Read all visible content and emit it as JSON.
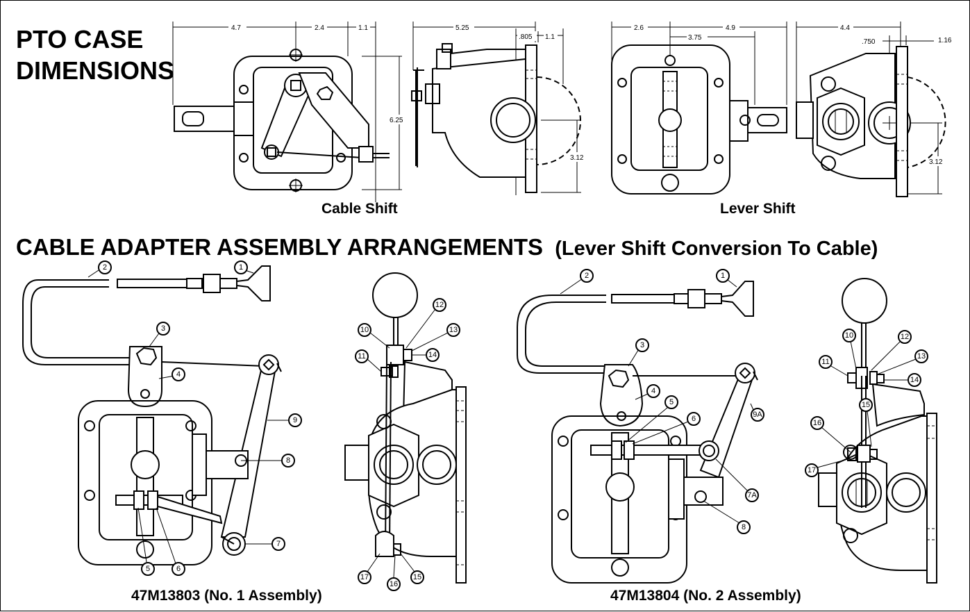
{
  "titles": {
    "pto_case_line1": "PTO CASE",
    "pto_case_line2": "DIMENSIONS",
    "cable_adapter": "CABLE ADAPTER ASSEMBLY ARRANGEMENTS",
    "cable_adapter_paren": "(Lever Shift Conversion To Cable)"
  },
  "subtitles": {
    "cable_shift": "Cable Shift",
    "lever_shift": "Lever Shift",
    "assembly_1": "47M13803 (No. 1 Assembly)",
    "assembly_2": "47M13804 (No. 2 Assembly)"
  },
  "dimensions": {
    "cable_front_width": "4.7",
    "cable_front_mid": "2.4",
    "cable_front_right": "1.1",
    "cable_front_height": "6.25",
    "cable_side_width": "5.25",
    "cable_side_flange": ".805",
    "cable_side_right": "1.1",
    "cable_side_height": "3.12",
    "lever_front_left": "2.6",
    "lever_front_total": "4.9",
    "lever_front_mid": "3.75",
    "lever_side_width": "4.4",
    "lever_side_flange": ".750",
    "lever_side_right": "1.16",
    "lever_side_height": "3.12"
  },
  "callouts": {
    "a1": [
      "1",
      "2",
      "3",
      "4",
      "9",
      "8",
      "7",
      "6",
      "5"
    ],
    "a1side": [
      "12",
      "13",
      "10",
      "14",
      "11",
      "17",
      "16",
      "15"
    ],
    "a2": [
      "1",
      "2",
      "3",
      "4",
      "5",
      "6",
      "9A",
      "7A",
      "8"
    ],
    "a2side": [
      "10",
      "12",
      "11",
      "13",
      "14",
      "15",
      "16",
      "17"
    ]
  }
}
